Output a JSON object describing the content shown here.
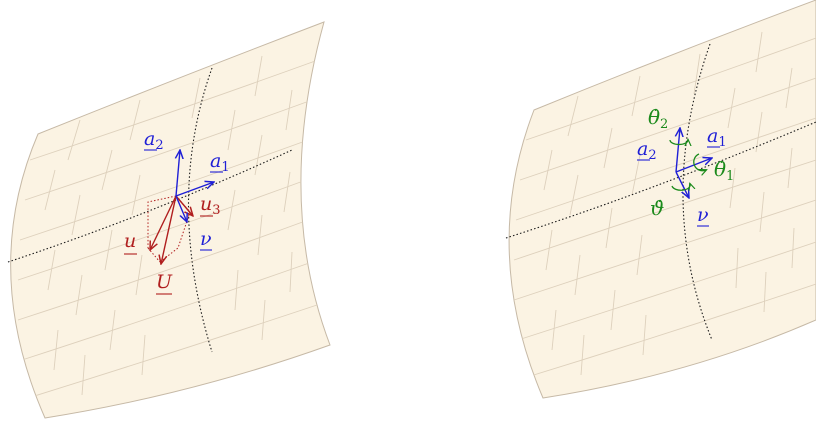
{
  "colors": {
    "surface_fill": "#fbf3e3",
    "surface_edge": "#c6b9a6",
    "tile_line": "#ddd0bc",
    "curve_line": "#1a1a1a",
    "vector_blue": "#1f1fd6",
    "vector_red": "#b01e1e",
    "rotation_green": "#1b8a1b"
  },
  "left_panel": {
    "base_vectors": {
      "a1": {
        "base": "a",
        "sub": "1"
      },
      "a2": {
        "base": "a",
        "sub": "2"
      },
      "nu": {
        "base": "ν"
      }
    },
    "displacements": {
      "u": {
        "base": "u"
      },
      "u3": {
        "base": "u",
        "sub": "3"
      },
      "U": {
        "base": "U"
      }
    }
  },
  "right_panel": {
    "base_vectors": {
      "a1": {
        "base": "a",
        "sub": "1"
      },
      "a2": {
        "base": "a",
        "sub": "2"
      },
      "nu": {
        "base": "ν"
      }
    },
    "rotations": {
      "theta1": {
        "base": "θ̇",
        "sub": "1"
      },
      "theta2": {
        "base": "θ̇",
        "sub": "2"
      },
      "vartheta": {
        "base": "ϑ̇"
      }
    }
  }
}
